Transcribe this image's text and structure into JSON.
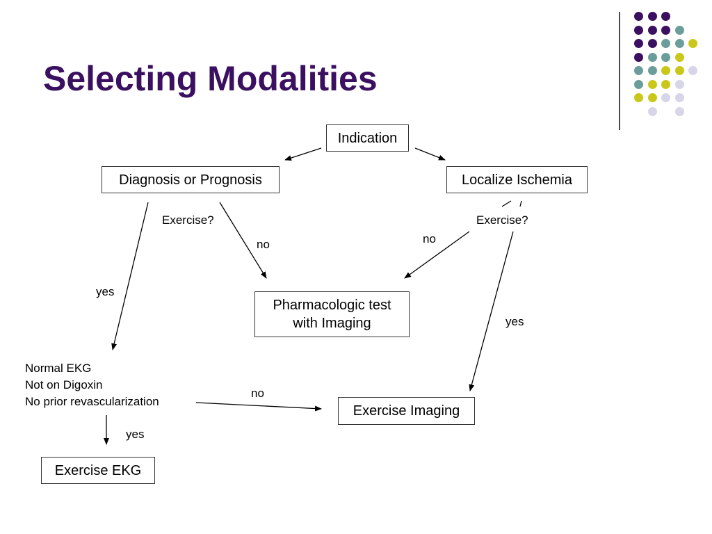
{
  "title": "Selecting Modalities",
  "palette": {
    "purple": "#3b1060",
    "teal": "#6b9e9a",
    "yellow": "#c9c81a",
    "lavender": "#d6d6e8"
  },
  "decor_dots": [
    [
      "purple",
      "purple",
      "purple",
      ""
    ],
    [
      "purple",
      "purple",
      "purple",
      "teal"
    ],
    [
      "purple",
      "purple",
      "teal",
      "teal",
      "yellow"
    ],
    [
      "purple",
      "teal",
      "teal",
      "yellow"
    ],
    [
      "teal",
      "teal",
      "yellow",
      "yellow",
      "lavender"
    ],
    [
      "teal",
      "yellow",
      "yellow",
      "lavender"
    ],
    [
      "yellow",
      "yellow",
      "lavender",
      "lavender"
    ],
    [
      "",
      "lavender",
      "",
      "lavender"
    ]
  ],
  "nodes": {
    "indication": "Indication",
    "diagnosis": "Diagnosis or Prognosis",
    "localize": "Localize Ischemia",
    "pharm_line1": "Pharmacologic test",
    "pharm_line2": "with Imaging",
    "exercise_imaging": "Exercise Imaging",
    "exercise_ekg": "Exercise EKG"
  },
  "conditions": {
    "line1": "Normal EKG",
    "line2": "Not on Digoxin",
    "line3": "No prior revascularization"
  },
  "edge_labels": {
    "exercise_left": "Exercise?",
    "exercise_right": "Exercise?",
    "no_left": "no",
    "no_right": "no",
    "yes_left": "yes",
    "yes_right": "yes",
    "no_bottom": "no",
    "yes_bottom": "yes"
  }
}
